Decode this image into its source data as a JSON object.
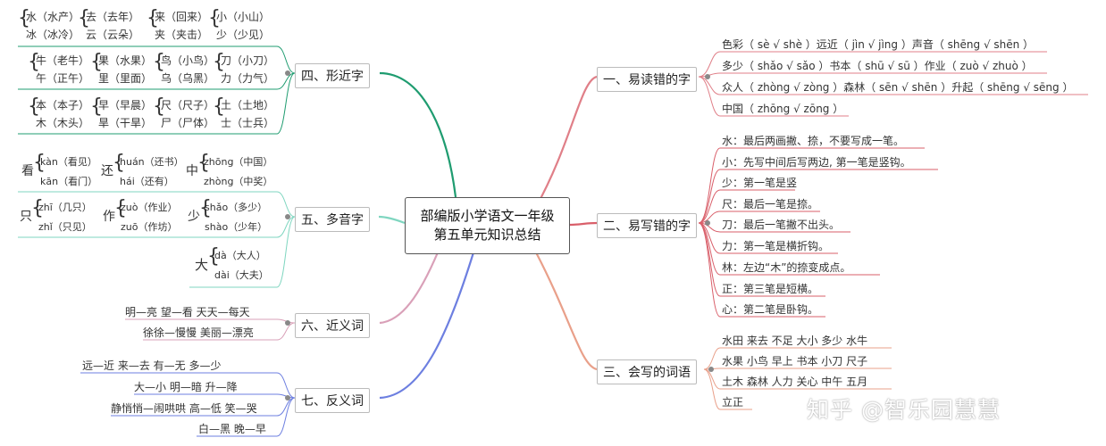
{
  "center": {
    "line1": "部编版小学语文一年级",
    "line2": "第五单元知识总结"
  },
  "branches": {
    "b1": "一、易读错的字",
    "b2": "二、易写错的字",
    "b3": "三、会写的词语",
    "b4": "四、形近字",
    "b5": "五、多音字",
    "b6": "六、近义词",
    "b7": "七、反义词"
  },
  "easy_read": [
    "色彩（ sè √ shè ）远近（ jìn √ jìng ）声音（ shēng √ shēn ）",
    "多少（ shǎo √ sǎo ）书本（ shū √ sū ）作业（ zuò √ zhuò ）",
    "众人（ zhòng √ zòng ）森林（ sēn √ shēn ）升起（ shēng √ sēng ）",
    "中国（ zhōng √ zōng ）"
  ],
  "easy_write": [
    "水：最后两画撇、捺，不要写成一笔。",
    "小：先写中间后写两边, 第一笔是竖钩。",
    "少：第一笔是竖",
    "尺：最后一笔是捺。",
    "刀：最后一笔撇不出头。",
    "力：第一笔是横折钩。",
    "林：左边“木”的捺变成点。",
    "正：第三笔是短横。",
    "心：第二笔是卧钩。"
  ],
  "words": [
    "水田 来去 不足 大小 多少 水牛",
    "水果 小鸟 早上 书本 小刀 尺子",
    "土木 森林 人力 关心 中午 五月",
    "立正"
  ],
  "similar": {
    "g1": [
      "水（水产）",
      "冰（冰冷）",
      "去（去年）",
      "云（云朵）",
      "来（回来）",
      "夹（夹击）",
      "小（小山）",
      "少（少见）"
    ],
    "g2": [
      "牛（老牛）",
      "午（正午）",
      "果（水果）",
      "里（里面）",
      "鸟（小鸟）",
      "乌（乌黑）",
      "刀（小刀）",
      "力（力气）"
    ],
    "g3": [
      "本（本子）",
      "木（木头）",
      "早（早晨）",
      "旱（干旱）",
      "尺（尺子）",
      "尸（尸体）",
      "土（土地）",
      "士（士兵）"
    ]
  },
  "polyphone": {
    "kan": {
      "char": "看",
      "r1": "kàn（看见）",
      "r2": "kān（看门）"
    },
    "huan": {
      "char": "还",
      "r1": "huán（还书）",
      "r2": "hái（还有）"
    },
    "zhong": {
      "char": "中",
      "r1": "zhōng（中国）",
      "r2": "zhòng（中奖）"
    },
    "zhi": {
      "char": "只",
      "r1": "zhī（几只）",
      "r2": "zhǐ（只见）"
    },
    "zuo": {
      "char": "作",
      "r1": "zuò（作业）",
      "r2": "zuō（作坊）"
    },
    "shao": {
      "char": "少",
      "r1": "shǎo（多少）",
      "r2": "shào（少年）"
    },
    "da": {
      "char": "大",
      "r1": "dà（大人）",
      "r2": "dài（大夫）"
    }
  },
  "synonyms": [
    "明—亮  望—看  天天—每天",
    "徐徐—慢慢   美丽—漂亮"
  ],
  "antonyms": [
    "远—近    来—去    有—无     多—少",
    "大—小    明—暗    升—降",
    "静悄悄—闹哄哄 高—低 笑—哭",
    "白—黑 晚—早"
  ],
  "watermark": "知乎 @智乐园慧慧",
  "colors": {
    "b1": "#e07f88",
    "b2": "#d95f6a",
    "b3": "#e9a08a",
    "b4": "#1f9c70",
    "b5": "#7fd6c0",
    "b6": "#d9a0b8",
    "b7": "#6d7fe0"
  }
}
